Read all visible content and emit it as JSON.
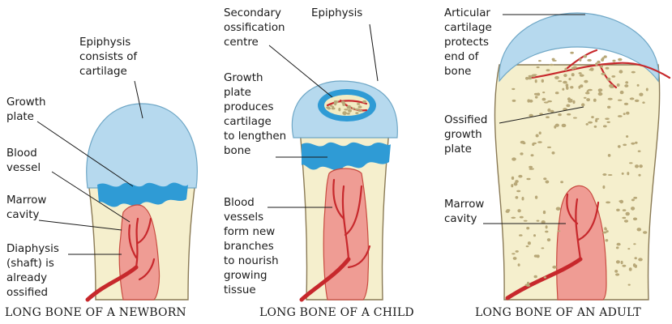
{
  "newborn": {
    "caption": "LONG BONE OF A NEWBORN",
    "labels": {
      "epiphysis": "Epiphysis\nconsists of\ncartilage",
      "growth_plate": "Growth\nplate",
      "blood_vessel": "Blood\nvessel",
      "marrow_cavity": "Marrow\ncavity",
      "diaphysis": "Diaphysis\n(shaft) is\nalready\nossified"
    }
  },
  "child": {
    "caption": "LONG BONE OF A CHILD",
    "labels": {
      "secondary_ossification": "Secondary\nossification\ncentre",
      "epiphysis": "Epiphysis",
      "growth_plate": "Growth\nplate\nproduces\ncartilage\nto lengthen\nbone",
      "blood_vessels": "Blood\nvessels\nform new\nbranches\nto nourish\ngrowing\ntissue"
    }
  },
  "adult": {
    "caption": "LONG BONE OF AN ADULT",
    "labels": {
      "articular_cartilage": "Articular\ncartilage\nprotects\nend of\nbone",
      "ossified_growth_plate": "Ossified\ngrowth\nplate",
      "marrow_cavity": "Marrow\ncavity"
    }
  },
  "colors": {
    "cartilage": "#b6d9ee",
    "growth_plate": "#2f9bd5",
    "bone": "#f5efcd",
    "marrow": "#ef9c94",
    "vessel": "#c7282c"
  }
}
